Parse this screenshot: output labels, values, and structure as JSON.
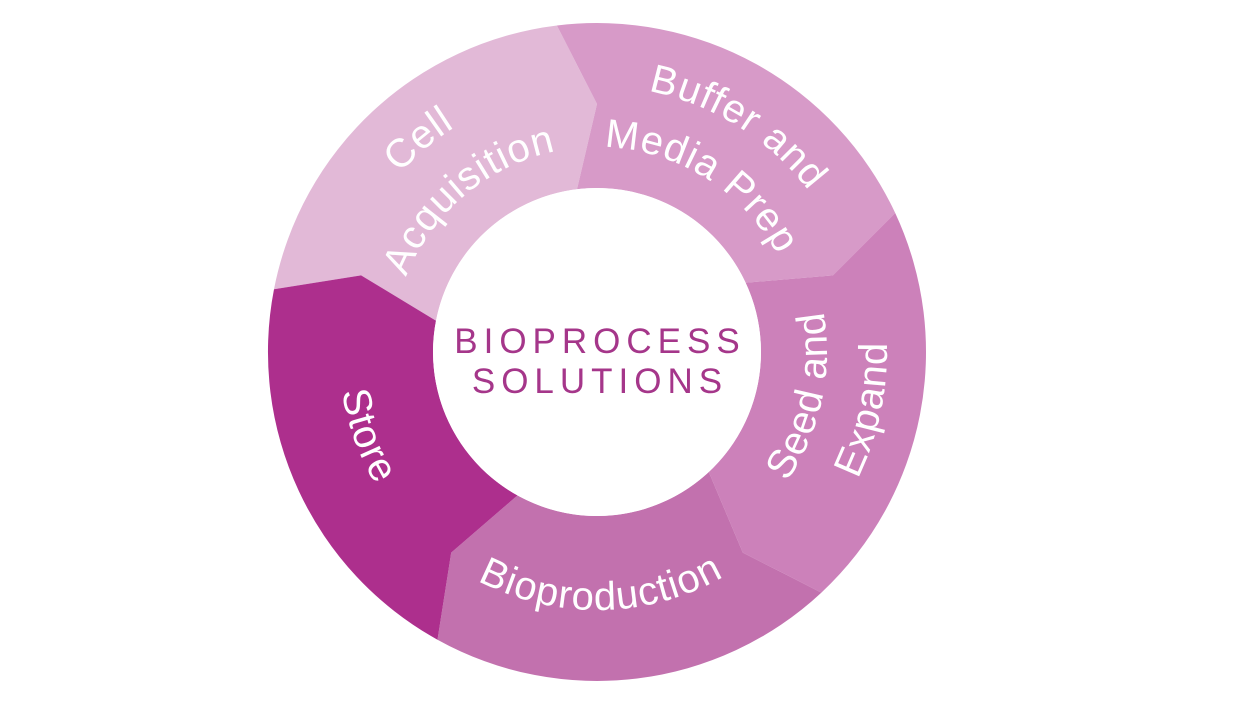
{
  "diagram": {
    "type": "circular-process-cycle",
    "center_title": {
      "line1": "BIOPROCESS",
      "line2": "SOLUTIONS"
    },
    "segments": [
      {
        "id": "cell-acquisition",
        "label": "Cell Acquisition",
        "line1": "Cell",
        "line2": "Acquisition",
        "color": "#e2b9d7"
      },
      {
        "id": "buffer-media-prep",
        "label": "Buffer and Media Prep",
        "line1": "Buffer and",
        "line2": "Media Prep",
        "color": "#d79ac8"
      },
      {
        "id": "seed-expand",
        "label": "Seed and Expand",
        "line1": "Seed and",
        "line2": "Expand",
        "color": "#cc81ba"
      },
      {
        "id": "bioproduction",
        "label": "Bioproduction",
        "line1": "Bioproduction",
        "line2": "",
        "color": "#c271ae"
      },
      {
        "id": "store",
        "label": "Store",
        "line1": "Store",
        "line2": "",
        "color": "#ad2f8d"
      }
    ],
    "flow_order": [
      "Cell Acquisition",
      "Buffer and Media Prep",
      "Seed and Expand",
      "Bioproduction",
      "Store"
    ],
    "colors": {
      "label_text": "#ffffff",
      "title_text": "#a5368a",
      "background": "#ffffff"
    }
  }
}
